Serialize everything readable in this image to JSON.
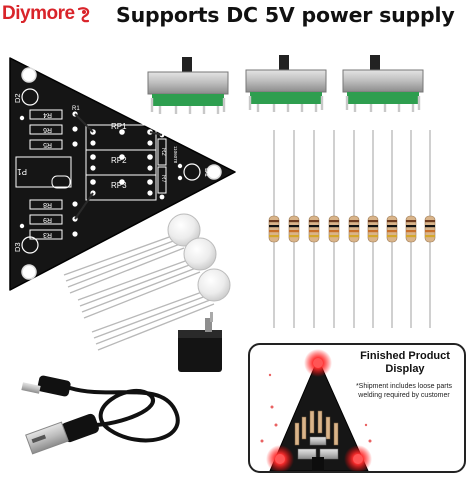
{
  "brand": {
    "logo_text": "Diymore",
    "logo_color": "#d9242a"
  },
  "headline": "Supports DC 5V power supply",
  "pcb": {
    "silkscreen": {
      "d2": "D2",
      "d1": "D1",
      "d3": "D3",
      "p1": "P1",
      "rp1": "RP1",
      "rp2": "RP2",
      "rp3": "RP3",
      "r4": "R4",
      "r6": "R6",
      "r5": "R5",
      "r1": "R1",
      "r2": "R2",
      "r7": "R7",
      "r8": "R8",
      "r9": "R9",
      "r3": "R3",
      "code": "1106078"
    }
  },
  "display_panel": {
    "title": "Finished Product Display",
    "note": "*Shipment includes loose parts welding required by customer"
  },
  "colors": {
    "pcb": "#151515",
    "silkscreen": "#ffffff",
    "resistor_body": "#d9b48a",
    "switch_pcb": "#2e9e4f",
    "led_glow": "#e02020"
  }
}
